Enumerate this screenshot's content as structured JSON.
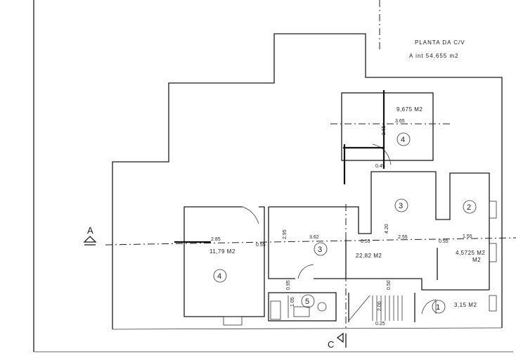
{
  "title": "PLANTA DA C/V",
  "area_total": "A int  54,655 m2",
  "section_labels": {
    "a": "A",
    "c": "C"
  },
  "rooms": [
    {
      "id": "room-4-top",
      "number": "4",
      "area": "9,675 M2"
    },
    {
      "id": "room-4-left",
      "number": "4",
      "area": "11,79 M2"
    },
    {
      "id": "room-3-center",
      "number": "3",
      "area": "22,82 M2"
    },
    {
      "id": "room-3-upper",
      "number": "3",
      "area": ""
    },
    {
      "id": "room-2",
      "number": "2",
      "area": "4,5725 M2"
    },
    {
      "id": "room-5",
      "number": "5",
      "area": ""
    },
    {
      "id": "room-1",
      "number": "1",
      "area": "3,15 M2"
    }
  ],
  "area_units": {
    "room-2": "M2"
  },
  "dimensions": {
    "top_width": "3.65",
    "top_height": "2.65",
    "top_door": "0.45",
    "d285": "2.85",
    "d055a": "0.55",
    "d295": "2.95",
    "d362": "3.62",
    "d055b": "0.55",
    "d420": "4.20",
    "d255": "2.55",
    "d055c": "0.55",
    "d155": "1.55",
    "d095": "0.95",
    "d105": "1.05",
    "d050": "0.50",
    "d200": "2.00",
    "d025": "0.25"
  }
}
